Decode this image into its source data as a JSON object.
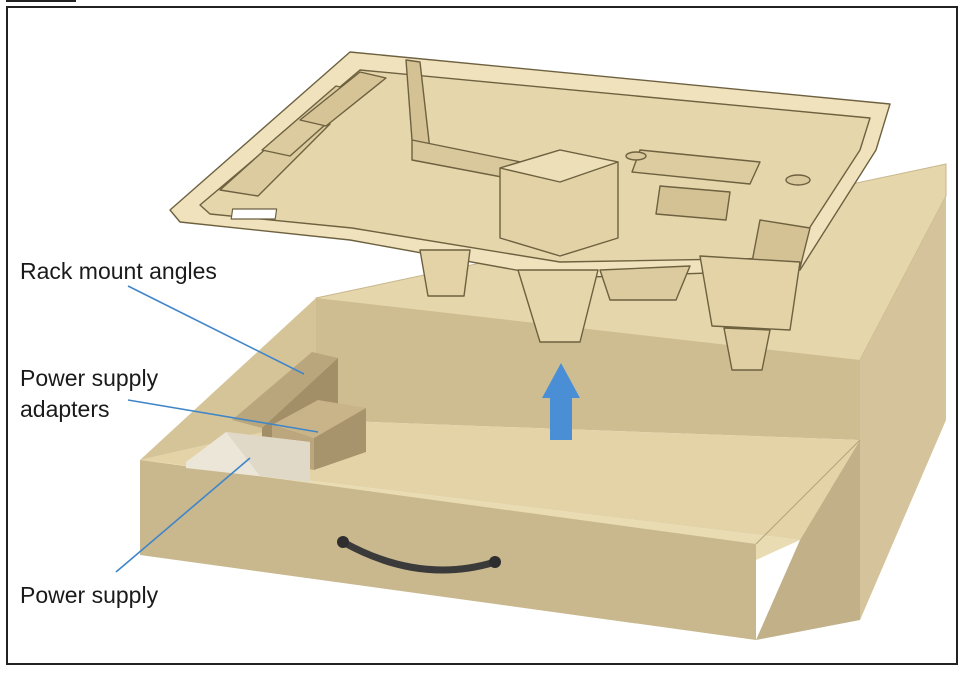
{
  "labels": {
    "rack_mount_angles": "Rack mount angles",
    "power_supply_adapters_line1": "Power supply",
    "power_supply_adapters_line2": "adapters",
    "power_supply": "Power supply"
  },
  "colors": {
    "box_front": "#c9b78d",
    "box_top": "#e8d9ae",
    "box_inner": "#d9c89d",
    "box_side": "#bfae86",
    "tray_fill": "#eadcb4",
    "tray_stroke": "#6e6140",
    "arrow": "#4a8fd6",
    "leader_line": "#3f86c9",
    "handle": "#3a3a3a"
  },
  "icons": {
    "lift_arrow": "arrow-up-icon"
  }
}
